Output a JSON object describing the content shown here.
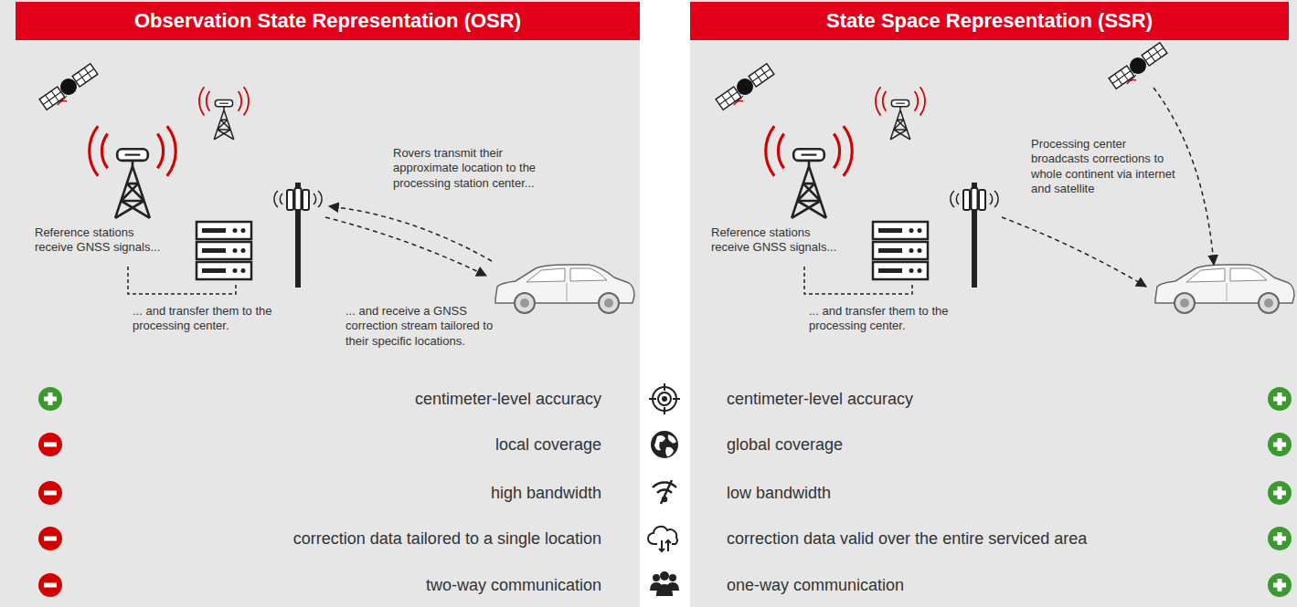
{
  "diagram": {
    "nodes": [
      {
        "text": [
          "Observation State Representation (OSR)"
        ]
      },
      {
        "text": [
          "State Space Representation (SSR)"
        ]
      }
    ],
    "labels": [
      "Reference stations receive GNSS signals...",
      "... and transfer them to the processing center.",
      "Rovers transmit their approximate location to the processing station center...",
      "... and receive a GNSS correction stream tailored to their specific locations.",
      "Reference stations receive GNSS signals...",
      "... and transfer them to the processing center.",
      "Processing center broadcasts corrections to whole continent via internet and satellite",
      "centimeter-level accuracy",
      "local coverage",
      "high bandwidth",
      "correction data tailored to a single location",
      "two-way communication",
      "centimeter-level accuracy",
      "global coverage",
      "low bandwidth",
      "correction data valid over the entire serviced area",
      "one-way communication"
    ]
  }
}
